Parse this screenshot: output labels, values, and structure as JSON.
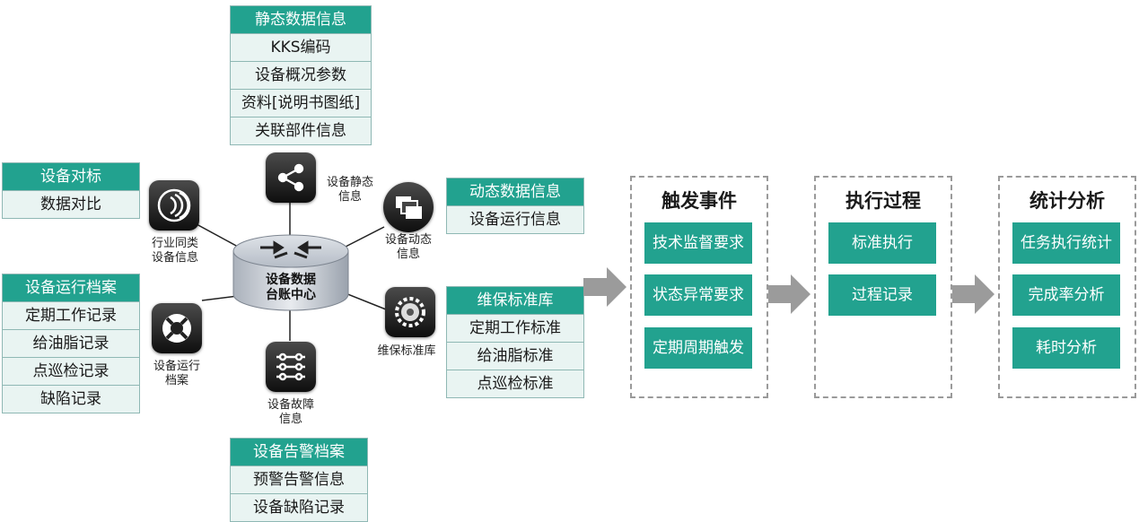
{
  "center": {
    "line1": "设备数据",
    "line2": "台账中心"
  },
  "static_info": {
    "title": "静态数据信息",
    "rows": [
      "KKS编码",
      "设备概况参数",
      "资料[说明书图纸]",
      "关联部件信息"
    ]
  },
  "benchmark": {
    "title": "设备对标",
    "rows": [
      "数据对比"
    ]
  },
  "run_archive": {
    "title": "设备运行档案",
    "rows": [
      "定期工作记录",
      "给油脂记录",
      "点巡检记录",
      "缺陷记录"
    ]
  },
  "dynamic_info": {
    "title": "动态数据信息",
    "rows": [
      "设备运行信息"
    ]
  },
  "maint_std": {
    "title": "维保标准库",
    "rows": [
      "定期工作标准",
      "给油脂标准",
      "点巡检标准"
    ]
  },
  "alarm_archive": {
    "title": "设备告警档案",
    "rows": [
      "预警告警信息",
      "设备缺陷记录"
    ]
  },
  "icons": {
    "static": {
      "line1": "设备静态",
      "line2": "信息",
      "icon": "share-icon"
    },
    "dynamic": {
      "line1": "设备动态",
      "line2": "信息",
      "icon": "windows-icon"
    },
    "industry": {
      "line1": "行业同类",
      "line2": "设备信息",
      "icon": "signal-icon"
    },
    "run": {
      "line1": "设备运行",
      "line2": "档案",
      "icon": "lifebuoy-icon"
    },
    "fault": {
      "line1": "设备故障",
      "line2": "信息",
      "icon": "settings-sliders-icon"
    },
    "maint": {
      "line1": "维保标准库",
      "icon": "gear-icon"
    }
  },
  "process": [
    {
      "title": "触发事件",
      "items": [
        "技术监督要求",
        "状态异常要求",
        "定期周期触发"
      ]
    },
    {
      "title": "执行过程",
      "items": [
        "标准执行",
        "过程记录"
      ]
    },
    {
      "title": "统计分析",
      "items": [
        "任务执行统计",
        "完成率分析",
        "耗时分析"
      ]
    }
  ],
  "colors": {
    "accent": "#22a28f",
    "row_bg": "#e9f4f2",
    "arrow": "#9b9b9b"
  }
}
